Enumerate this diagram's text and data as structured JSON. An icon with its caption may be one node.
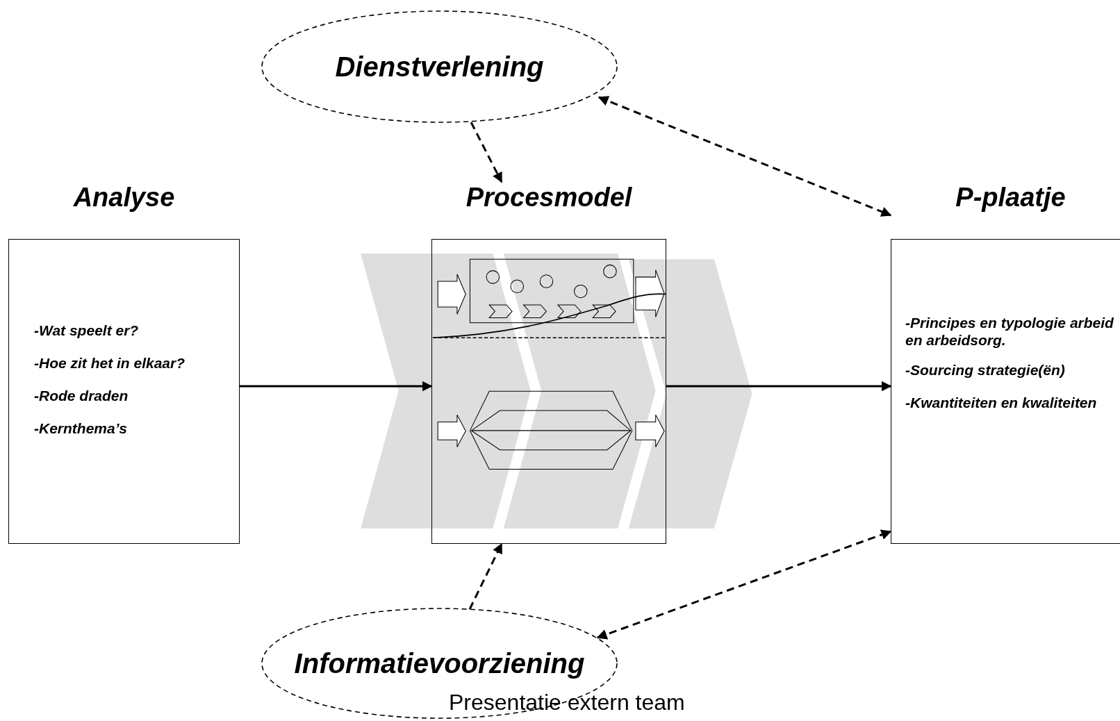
{
  "diagram": {
    "nodes": [
      {
        "text": [
          "Dienstverlening"
        ]
      },
      {
        "text": [
          "Analyse",
          "-Wat speelt er?",
          "-Hoe zit het in elkaar?",
          "-Rode draden",
          "-Kernthema’s"
        ]
      },
      {
        "text": [
          "Procesmodel"
        ]
      },
      {
        "text": [
          "P-plaatje",
          "-Principes en typologie arbeid en arbeidsorg.",
          "-Sourcing strategie(ën)",
          "-Kwantiteiten en kwaliteiten"
        ]
      },
      {
        "text": [
          "Informatievoorziening"
        ]
      }
    ],
    "edges": [
      {
        "from": 0,
        "to": 2,
        "arrow": "to",
        "style": "dashed"
      },
      {
        "from": 0,
        "to": 3,
        "arrow": "both",
        "style": "dashed"
      },
      {
        "from": 1,
        "to": 2,
        "arrow": "to"
      },
      {
        "from": 2,
        "to": 3,
        "arrow": "to"
      },
      {
        "from": 4,
        "to": 2,
        "arrow": "to",
        "style": "dashed"
      },
      {
        "from": 4,
        "to": 3,
        "arrow": "both",
        "style": "dashed"
      }
    ],
    "labels": [
      "Presentatie extern team"
    ]
  }
}
